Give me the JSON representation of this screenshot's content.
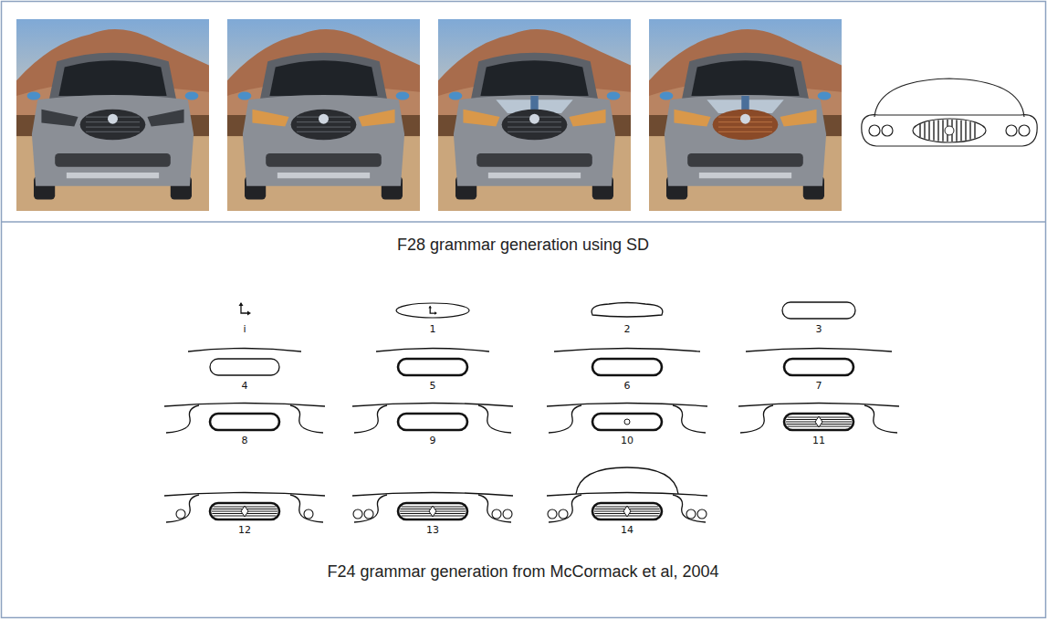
{
  "diagram": {
    "labels": [
      "F28 grammar generation using SD",
      "i",
      "1",
      "2",
      "3",
      "4",
      "5",
      "6",
      "7",
      "8",
      "9",
      "10",
      "11",
      "12",
      "13",
      "14",
      "F24 grammar generation from McCormack et al, 2004"
    ]
  }
}
